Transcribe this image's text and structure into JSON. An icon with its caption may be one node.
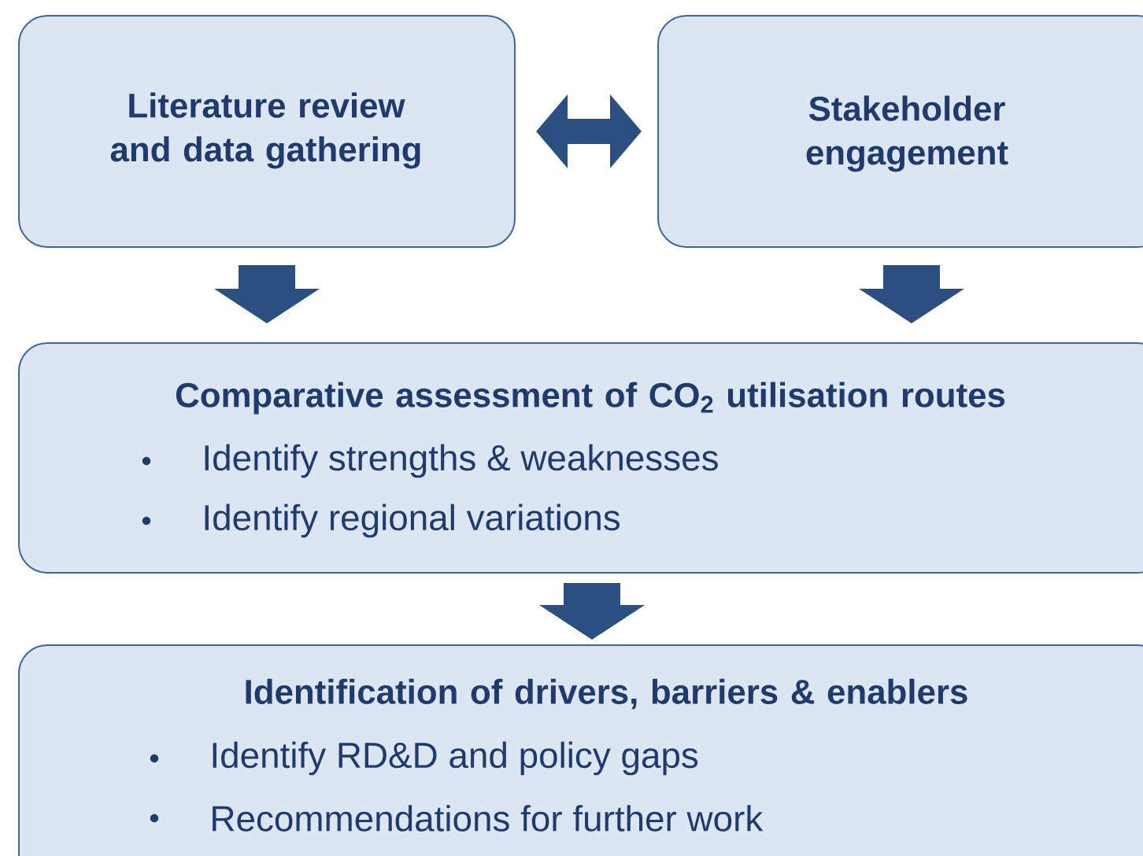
{
  "diagram": {
    "nodes": [
      {
        "text": [
          "Literature review and data gathering"
        ]
      },
      {
        "text": [
          "Stakeholder engagement"
        ]
      },
      {
        "text": [
          "Comparative assessment of CO$_{2}$ utilisation routes",
          "Identify strengths & weaknesses",
          "Identify regional variations"
        ]
      },
      {
        "text": [
          "Identification of drivers, barriers & enablers",
          "Identify RD&D and policy gaps",
          "Recommendations for further work"
        ]
      }
    ],
    "edges": [
      {
        "from": 0,
        "to": 1,
        "arrow": "both"
      },
      {
        "from": 0,
        "to": 2,
        "arrow": "to"
      },
      {
        "from": 1,
        "to": 2,
        "arrow": "to"
      },
      {
        "from": 2,
        "to": 3,
        "arrow": "to"
      }
    ]
  }
}
